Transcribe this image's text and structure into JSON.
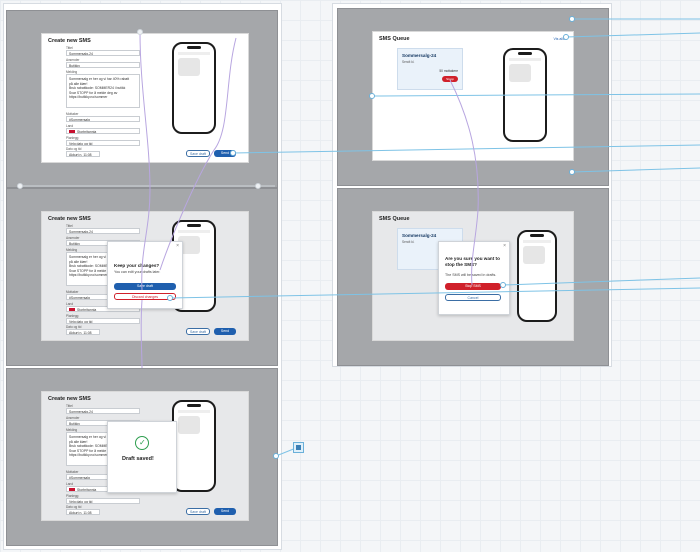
{
  "create_sms": {
    "title": "Create new SMS",
    "fields": [
      {
        "label": "Tittel",
        "value": "Sommersalg-24"
      },
      {
        "label": "Avsender",
        "value": "Butikky"
      },
      {
        "label": "Melding",
        "lines": [
          "Sommersalg er her og vi har 40% rabatt",
          "på alle klær!",
          "Bruk rabattkode: SOMMER24 i butikk",
          "Svar STOPP for å melde deg av",
          "https://butikky.no/sommer"
        ]
      },
      {
        "label": "Mottaker",
        "value": "#Sommersalg"
      },
      {
        "label": "Land",
        "value": "Storbritannia"
      },
      {
        "label": "Planlegg",
        "value": "Velg dato og tid"
      }
    ],
    "send_date_label": "Dato og tid",
    "send_date_value": "Akkurt n. 11:08",
    "save_draft_label": "Save draft",
    "send_label": "Send"
  },
  "keep_changes_modal": {
    "title": "Keep your changes?",
    "text": "You can edit your drafts later.",
    "save_label": "Save draft",
    "discard_label": "Discard changes"
  },
  "draft_saved": {
    "text": "Draft saved!"
  },
  "sms_queue": {
    "title": "SMS Queue",
    "top_right_label": "Vis alle",
    "item_title": "Sommersalg-24",
    "item_sub": "Sendt kl.",
    "item_count": "50 mottakere",
    "item_stop_label": "Stopp"
  },
  "stop_modal": {
    "title": "Are you sure you want to stop the SMS?",
    "text": "The SMS will be saved in drafts.",
    "stop_label": "Stop SMS",
    "cancel_label": "Cancel"
  },
  "colors": {
    "frame_bg": "#a5a7aa",
    "primary": "#1f5fae",
    "danger": "#d0202a",
    "connector": "#7ec3e6",
    "flow": "#b8a6e0",
    "success": "#2e9e4f"
  }
}
